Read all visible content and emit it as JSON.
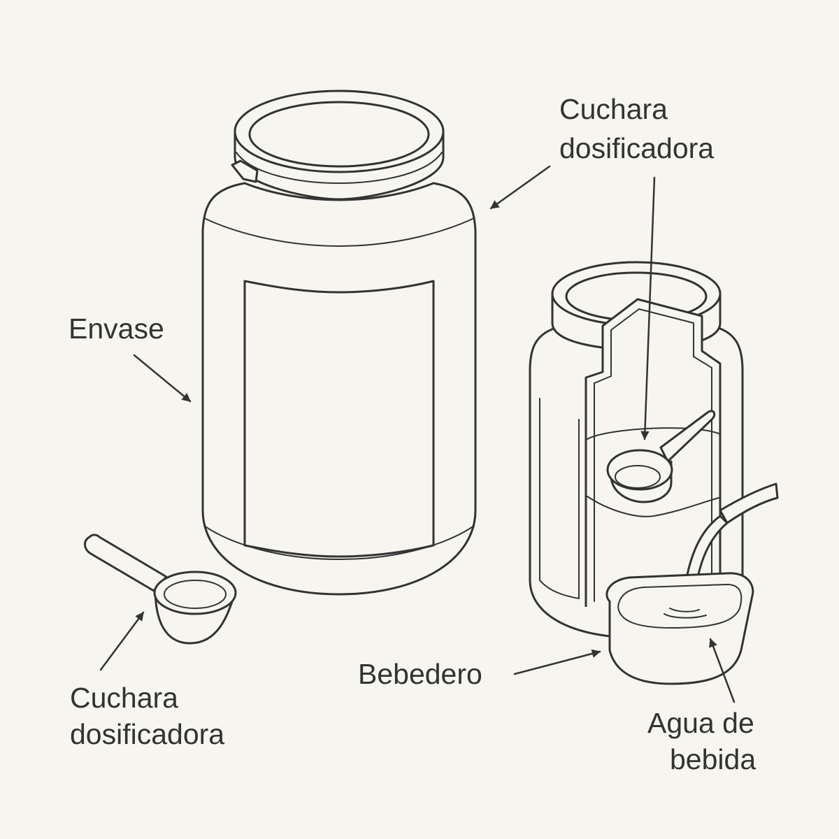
{
  "labels": {
    "container": "Envase",
    "scoop_top_line1": "Cuchara",
    "scoop_top_line2": "dosificadora",
    "scoop_bottom_line1": "Cuchara",
    "scoop_bottom_line2": "dosificadora",
    "drinker": "Bebedero",
    "water_line1": "Agua de",
    "water_line2": "bebida"
  },
  "colors": {
    "background": "#f6f5ef",
    "line": "#333333"
  }
}
